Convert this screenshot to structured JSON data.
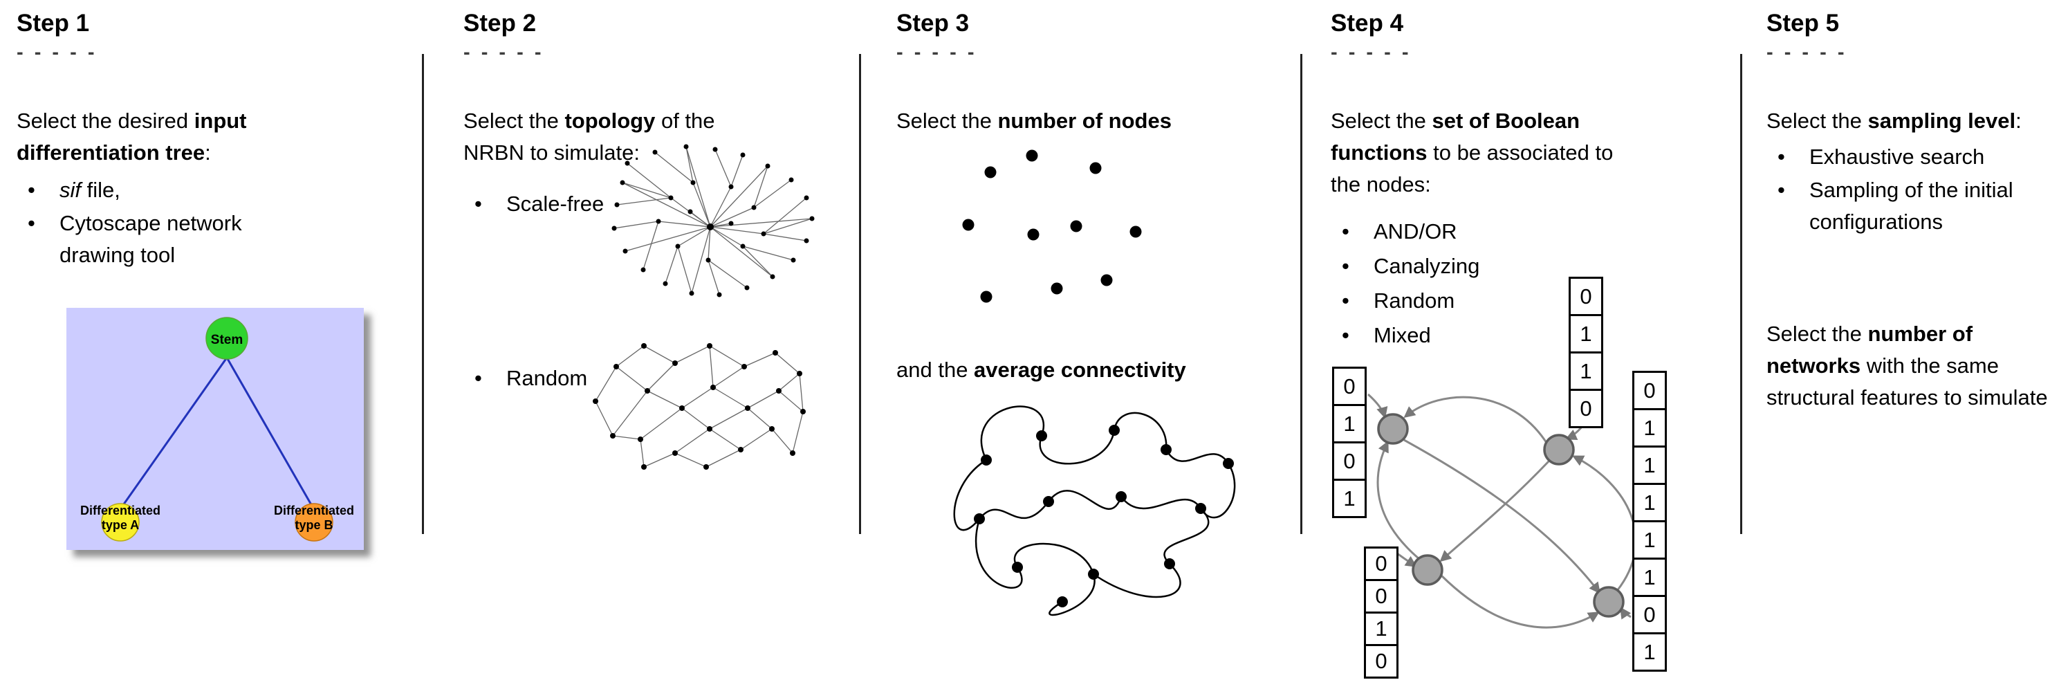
{
  "ui": {
    "bullet": "•"
  },
  "step1": {
    "title": "Step 1",
    "dashes": "- - - - -",
    "intro": {
      "pre": "Select the desired ",
      "bold": "input differentiation tree",
      "post": ":"
    },
    "bullets": {
      "b1_italic": "sif",
      "b1_rest": " file,",
      "b2": "Cytoscape network drawing tool"
    },
    "tree": {
      "root": "Stem",
      "left_line1": "Differentiated",
      "left_line2": "type A",
      "right_line1": "Differentiated",
      "right_line2": "type B",
      "colors": {
        "background": "#ccccff",
        "root": "#2fd32f",
        "left": "#f8ef2a",
        "right": "#fb9a2e",
        "edge": "#2233bb"
      }
    }
  },
  "step2": {
    "title": "Step 2",
    "dashes": "- - - - -",
    "intro": {
      "pre": "Select the ",
      "bold": "topology",
      "post": " of the NRBN to simulate:"
    },
    "bullets": {
      "b1": "Scale-free",
      "b2": "Random"
    }
  },
  "step3": {
    "title": "Step 3",
    "dashes": "- - - - -",
    "line1": {
      "pre": "Select the ",
      "bold": "number of nodes",
      "post": ""
    },
    "line2": {
      "pre": "and the ",
      "bold": "average connectivity",
      "post": ""
    }
  },
  "step4": {
    "title": "Step 4",
    "dashes": "- - - - -",
    "intro": {
      "pre": "Select the ",
      "bold": "set of Boolean functions",
      "post": " to be associated to the nodes:"
    },
    "bullets": {
      "b1": "AND/OR",
      "b2": "Canalyzing",
      "b3": "Random",
      "b4": "Mixed"
    },
    "tables": {
      "left": [
        "0",
        "1",
        "0",
        "1"
      ],
      "top": [
        "0",
        "1",
        "1",
        "0"
      ],
      "right": [
        "0",
        "1",
        "1",
        "1",
        "1",
        "1",
        "0",
        "1"
      ],
      "bottom": [
        "0",
        "0",
        "1",
        "0"
      ]
    }
  },
  "step5": {
    "title": "Step 5",
    "dashes": "- - - - -",
    "intro": {
      "pre": "Select the ",
      "bold": "sampling level",
      "post": ":"
    },
    "bullets": {
      "b1": "Exhaustive search",
      "b2": "Sampling of the initial configurations"
    },
    "second": {
      "pre": "Select the ",
      "bold": "number of networks",
      "post": " with the same structural features to simulate"
    }
  }
}
